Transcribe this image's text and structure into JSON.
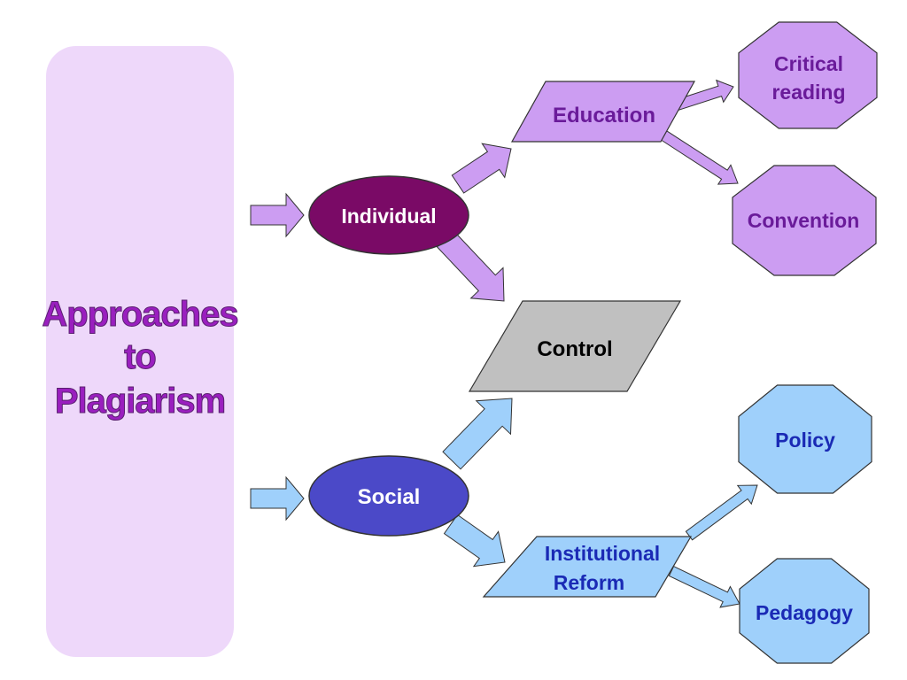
{
  "colors": {
    "panel_fill": "#eed8fa",
    "title_text": "#9a1fbf",
    "lilac_fill": "#cc9df2",
    "purple_text": "#6a1b9a",
    "individual_fill": "#7a0a66",
    "social_fill": "#4b49c8",
    "blue_fill": "#9fd0fb",
    "blue_text": "#1a2ab5",
    "control_fill": "#c0c0c0",
    "node_text_light": "#ffffff",
    "node_text_dark": "#000000",
    "outline": "#333333"
  },
  "diagram": {
    "title_lines": [
      "Approaches",
      "to",
      "Plagiarism"
    ],
    "nodes": {
      "individual": "Individual",
      "social": "Social",
      "education": "Education",
      "control": "Control",
      "institutional_reform": [
        "Institutional",
        "Reform"
      ],
      "critical_reading": [
        "Critical",
        "reading"
      ],
      "convention": "Convention",
      "policy": "Policy",
      "pedagogy": "Pedagogy"
    }
  }
}
